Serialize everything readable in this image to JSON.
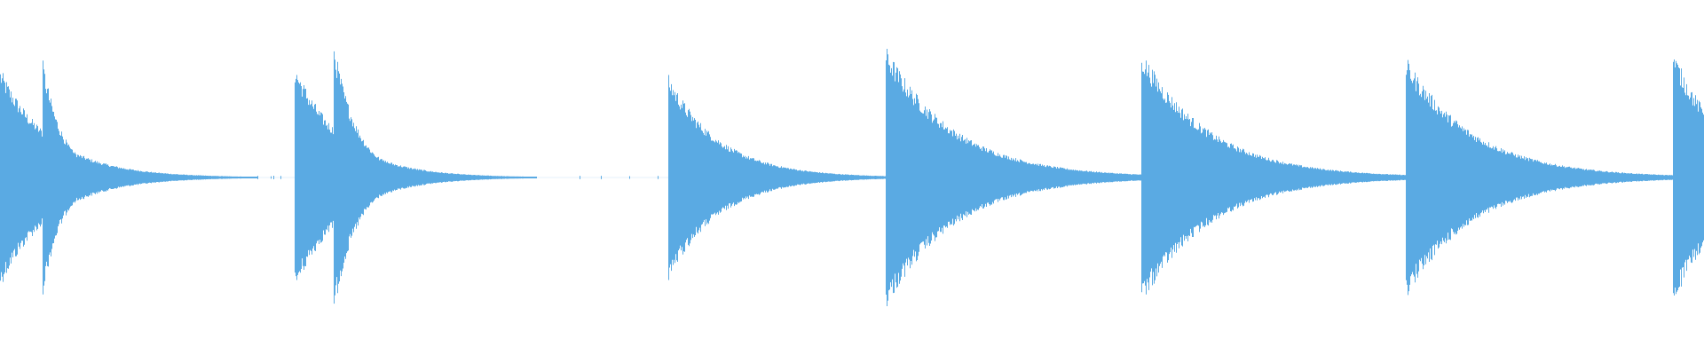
{
  "waveform": {
    "color": "#5aaae3",
    "background": "#ffffff",
    "hits": [
      {
        "time": 0.0,
        "peak": 0.62,
        "decay": 0.03
      },
      {
        "time": 0.025,
        "peak": 0.66,
        "decay": 0.012
      },
      {
        "time": 0.173,
        "peak": 0.64,
        "decay": 0.028
      },
      {
        "time": 0.196,
        "peak": 0.76,
        "decay": 0.014
      },
      {
        "time": 0.392,
        "peak": 0.58,
        "decay": 0.03
      },
      {
        "time": 0.52,
        "peak": 0.74,
        "decay": 0.04
      },
      {
        "time": 0.67,
        "peak": 0.72,
        "decay": 0.04
      },
      {
        "time": 0.825,
        "peak": 0.68,
        "decay": 0.04
      },
      {
        "time": 0.982,
        "peak": 0.72,
        "decay": 0.03
      }
    ]
  }
}
